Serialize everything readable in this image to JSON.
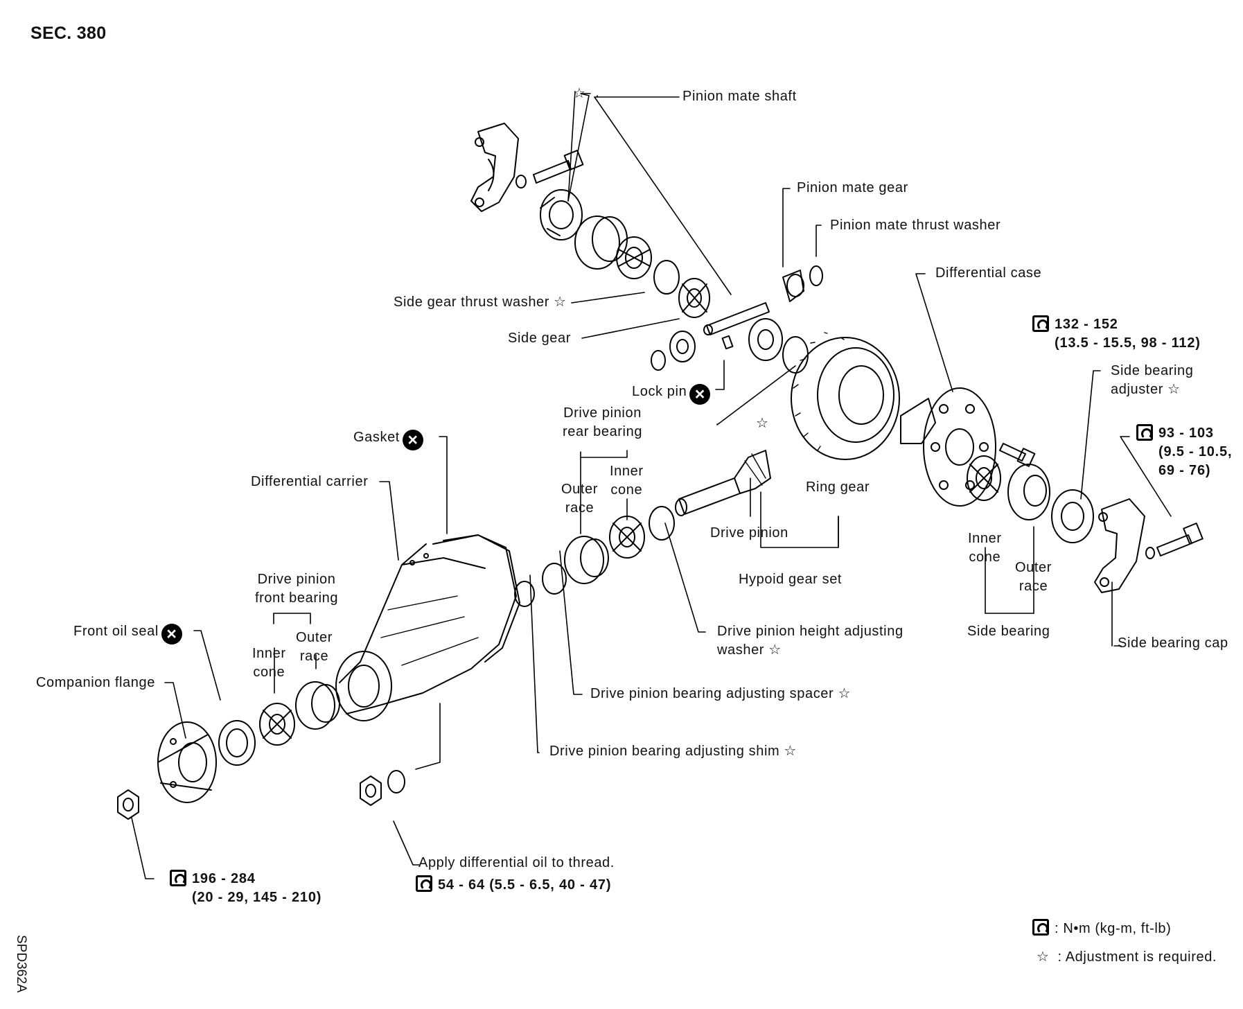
{
  "section": "SEC. 380",
  "figure_code": "SPD362A",
  "star": "☆",
  "labels": {
    "pinion_mate_shaft": "Pinion mate shaft",
    "pinion_mate_gear": "Pinion mate gear",
    "pinion_mate_thrust_washer": "Pinion mate thrust washer",
    "differential_case": "Differential case",
    "side_gear_thrust_washer": "Side gear thrust washer ☆",
    "side_gear": "Side gear",
    "lock_pin": "Lock pin",
    "gasket": "Gasket",
    "differential_carrier": "Differential carrier",
    "drive_pinion_rear_bearing": "Drive pinion\nrear bearing",
    "rear_inner_cone": "Inner\ncone",
    "rear_outer_race": "Outer\nrace",
    "ring_gear": "Ring gear",
    "drive_pinion": "Drive pinion",
    "hypoid_gear_set": "Hypoid gear set",
    "side_bearing_adjuster": "Side bearing\nadjuster ☆",
    "side_inner_cone": "Inner\ncone",
    "side_outer_race": "Outer\nrace",
    "side_bearing": "Side bearing",
    "side_bearing_cap": "Side bearing cap",
    "drive_pinion_front_bearing": "Drive pinion\nfront bearing",
    "front_inner_cone": "Inner\ncone",
    "front_outer_race": "Outer\nrace",
    "front_oil_seal": "Front oil seal",
    "companion_flange": "Companion flange",
    "drive_pinion_height_adjusting_washer": "Drive pinion height adjusting\nwasher ☆",
    "drive_pinion_bearing_adjusting_spacer": "Drive pinion bearing adjusting spacer ☆",
    "drive_pinion_bearing_adjusting_shim": "Drive pinion bearing adjusting shim ☆",
    "apply_oil": "Apply differential oil to thread."
  },
  "torques": {
    "cap_bolt": "132 - 152\n(13.5 - 15.5, 98 - 112)",
    "side_bolt": "93 - 103\n(9.5 - 10.5,\n69 - 76)",
    "flange_nut": "196 - 284\n(20 - 29, 145 - 210)",
    "carrier_nut": "54 - 64 (5.5 - 6.5, 40 - 47)"
  },
  "legend": {
    "torque": ": N•m (kg-m, ft-lb)",
    "star": ": Adjustment is required."
  },
  "colors": {
    "ink": "#000000",
    "paper": "#ffffff"
  }
}
